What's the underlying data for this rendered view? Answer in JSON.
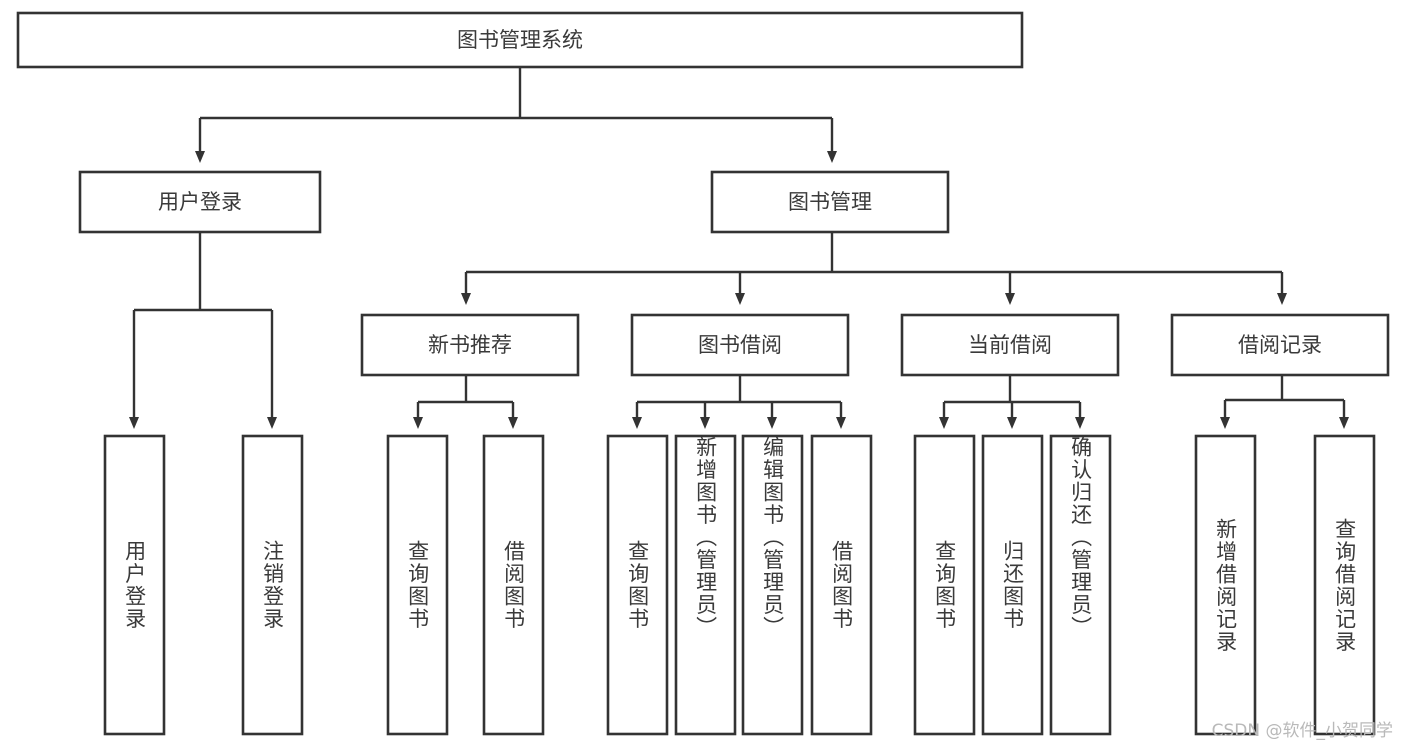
{
  "diagram": {
    "type": "tree",
    "title": "图书管理系统",
    "watermark": "CSDN @软件_小贺同学",
    "colors": {
      "background": "#ffffff",
      "box_fill": "#ffffff",
      "box_stroke": "#333333",
      "text": "#3a3a3a",
      "watermark": "#b9b9b9"
    },
    "root": {
      "label": "图书管理系统"
    },
    "level1": [
      {
        "id": "user-login",
        "label": "用户登录"
      },
      {
        "id": "book-management",
        "label": "图书管理"
      }
    ],
    "level2": [
      {
        "id": "new-book-recommend",
        "label": "新书推荐",
        "parent": "book-management"
      },
      {
        "id": "book-borrow",
        "label": "图书借阅",
        "parent": "book-management"
      },
      {
        "id": "current-borrow",
        "label": "当前借阅",
        "parent": "book-management"
      },
      {
        "id": "borrow-record",
        "label": "借阅记录",
        "parent": "book-management"
      }
    ],
    "leaves": {
      "user-login": [
        {
          "id": "leaf-user-login",
          "label": "用户登录"
        },
        {
          "id": "leaf-logout",
          "label": "注销登录"
        }
      ],
      "new-book-recommend": [
        {
          "id": "leaf-query-book-1",
          "label": "查询图书"
        },
        {
          "id": "leaf-borrow-book-1",
          "label": "借阅图书"
        }
      ],
      "book-borrow": [
        {
          "id": "leaf-query-book-2",
          "label": "查询图书"
        },
        {
          "id": "leaf-add-book",
          "label": "新增图书（管理员）"
        },
        {
          "id": "leaf-edit-book",
          "label": "编辑图书（管理员）"
        },
        {
          "id": "leaf-borrow-book-2",
          "label": "借阅图书"
        }
      ],
      "current-borrow": [
        {
          "id": "leaf-query-book-3",
          "label": "查询图书"
        },
        {
          "id": "leaf-return-book",
          "label": "归还图书"
        },
        {
          "id": "leaf-confirm-return",
          "label": "确认归还（管理员）"
        }
      ],
      "borrow-record": [
        {
          "id": "leaf-add-record",
          "label": "新增借阅记录"
        },
        {
          "id": "leaf-query-record",
          "label": "查询借阅记录"
        }
      ]
    }
  }
}
